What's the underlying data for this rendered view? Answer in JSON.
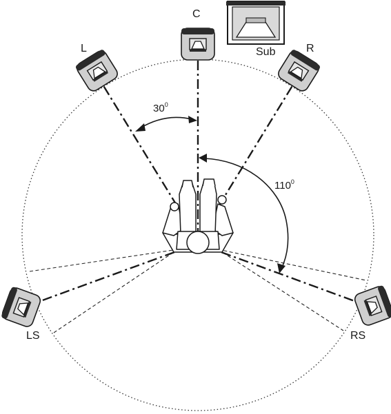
{
  "speakers": {
    "center": "C",
    "left": "L",
    "right": "R",
    "left_surround": "LS",
    "right_surround": "RS",
    "subwoofer": "Sub"
  },
  "angles": {
    "front_angle": "30",
    "front_angle_unit": "0",
    "surround_angle": "110",
    "surround_angle_unit": "0"
  }
}
